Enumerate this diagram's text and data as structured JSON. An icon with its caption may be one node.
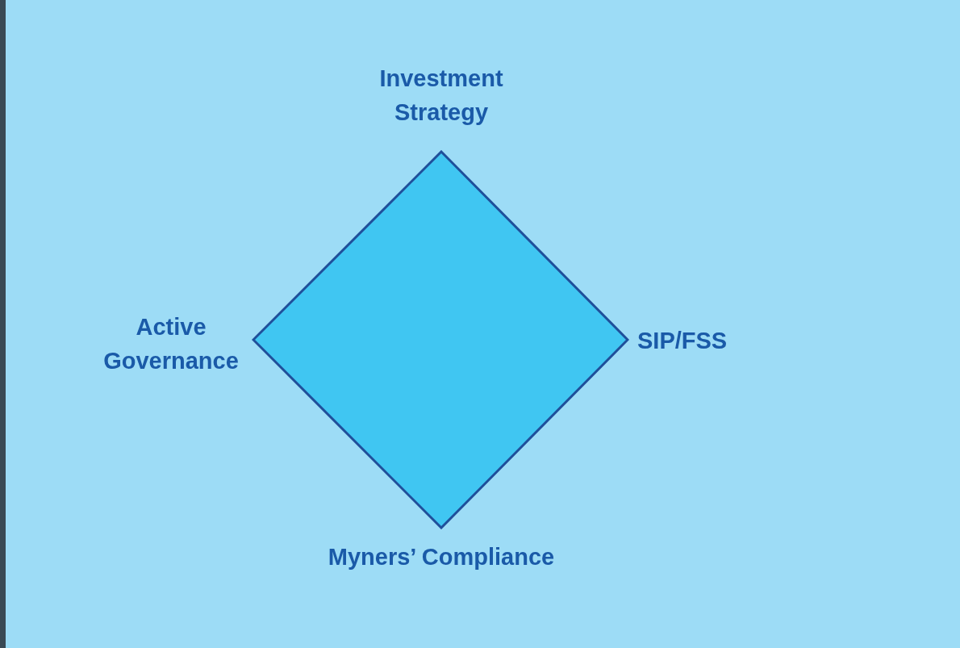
{
  "diagram": {
    "nodes": [
      {
        "text": [],
        "shape": "diamond"
      }
    ],
    "labels": [
      "Investment Strategy",
      "Active Governance",
      "SIP/FSS",
      "Myners’ Compliance"
    ]
  }
}
